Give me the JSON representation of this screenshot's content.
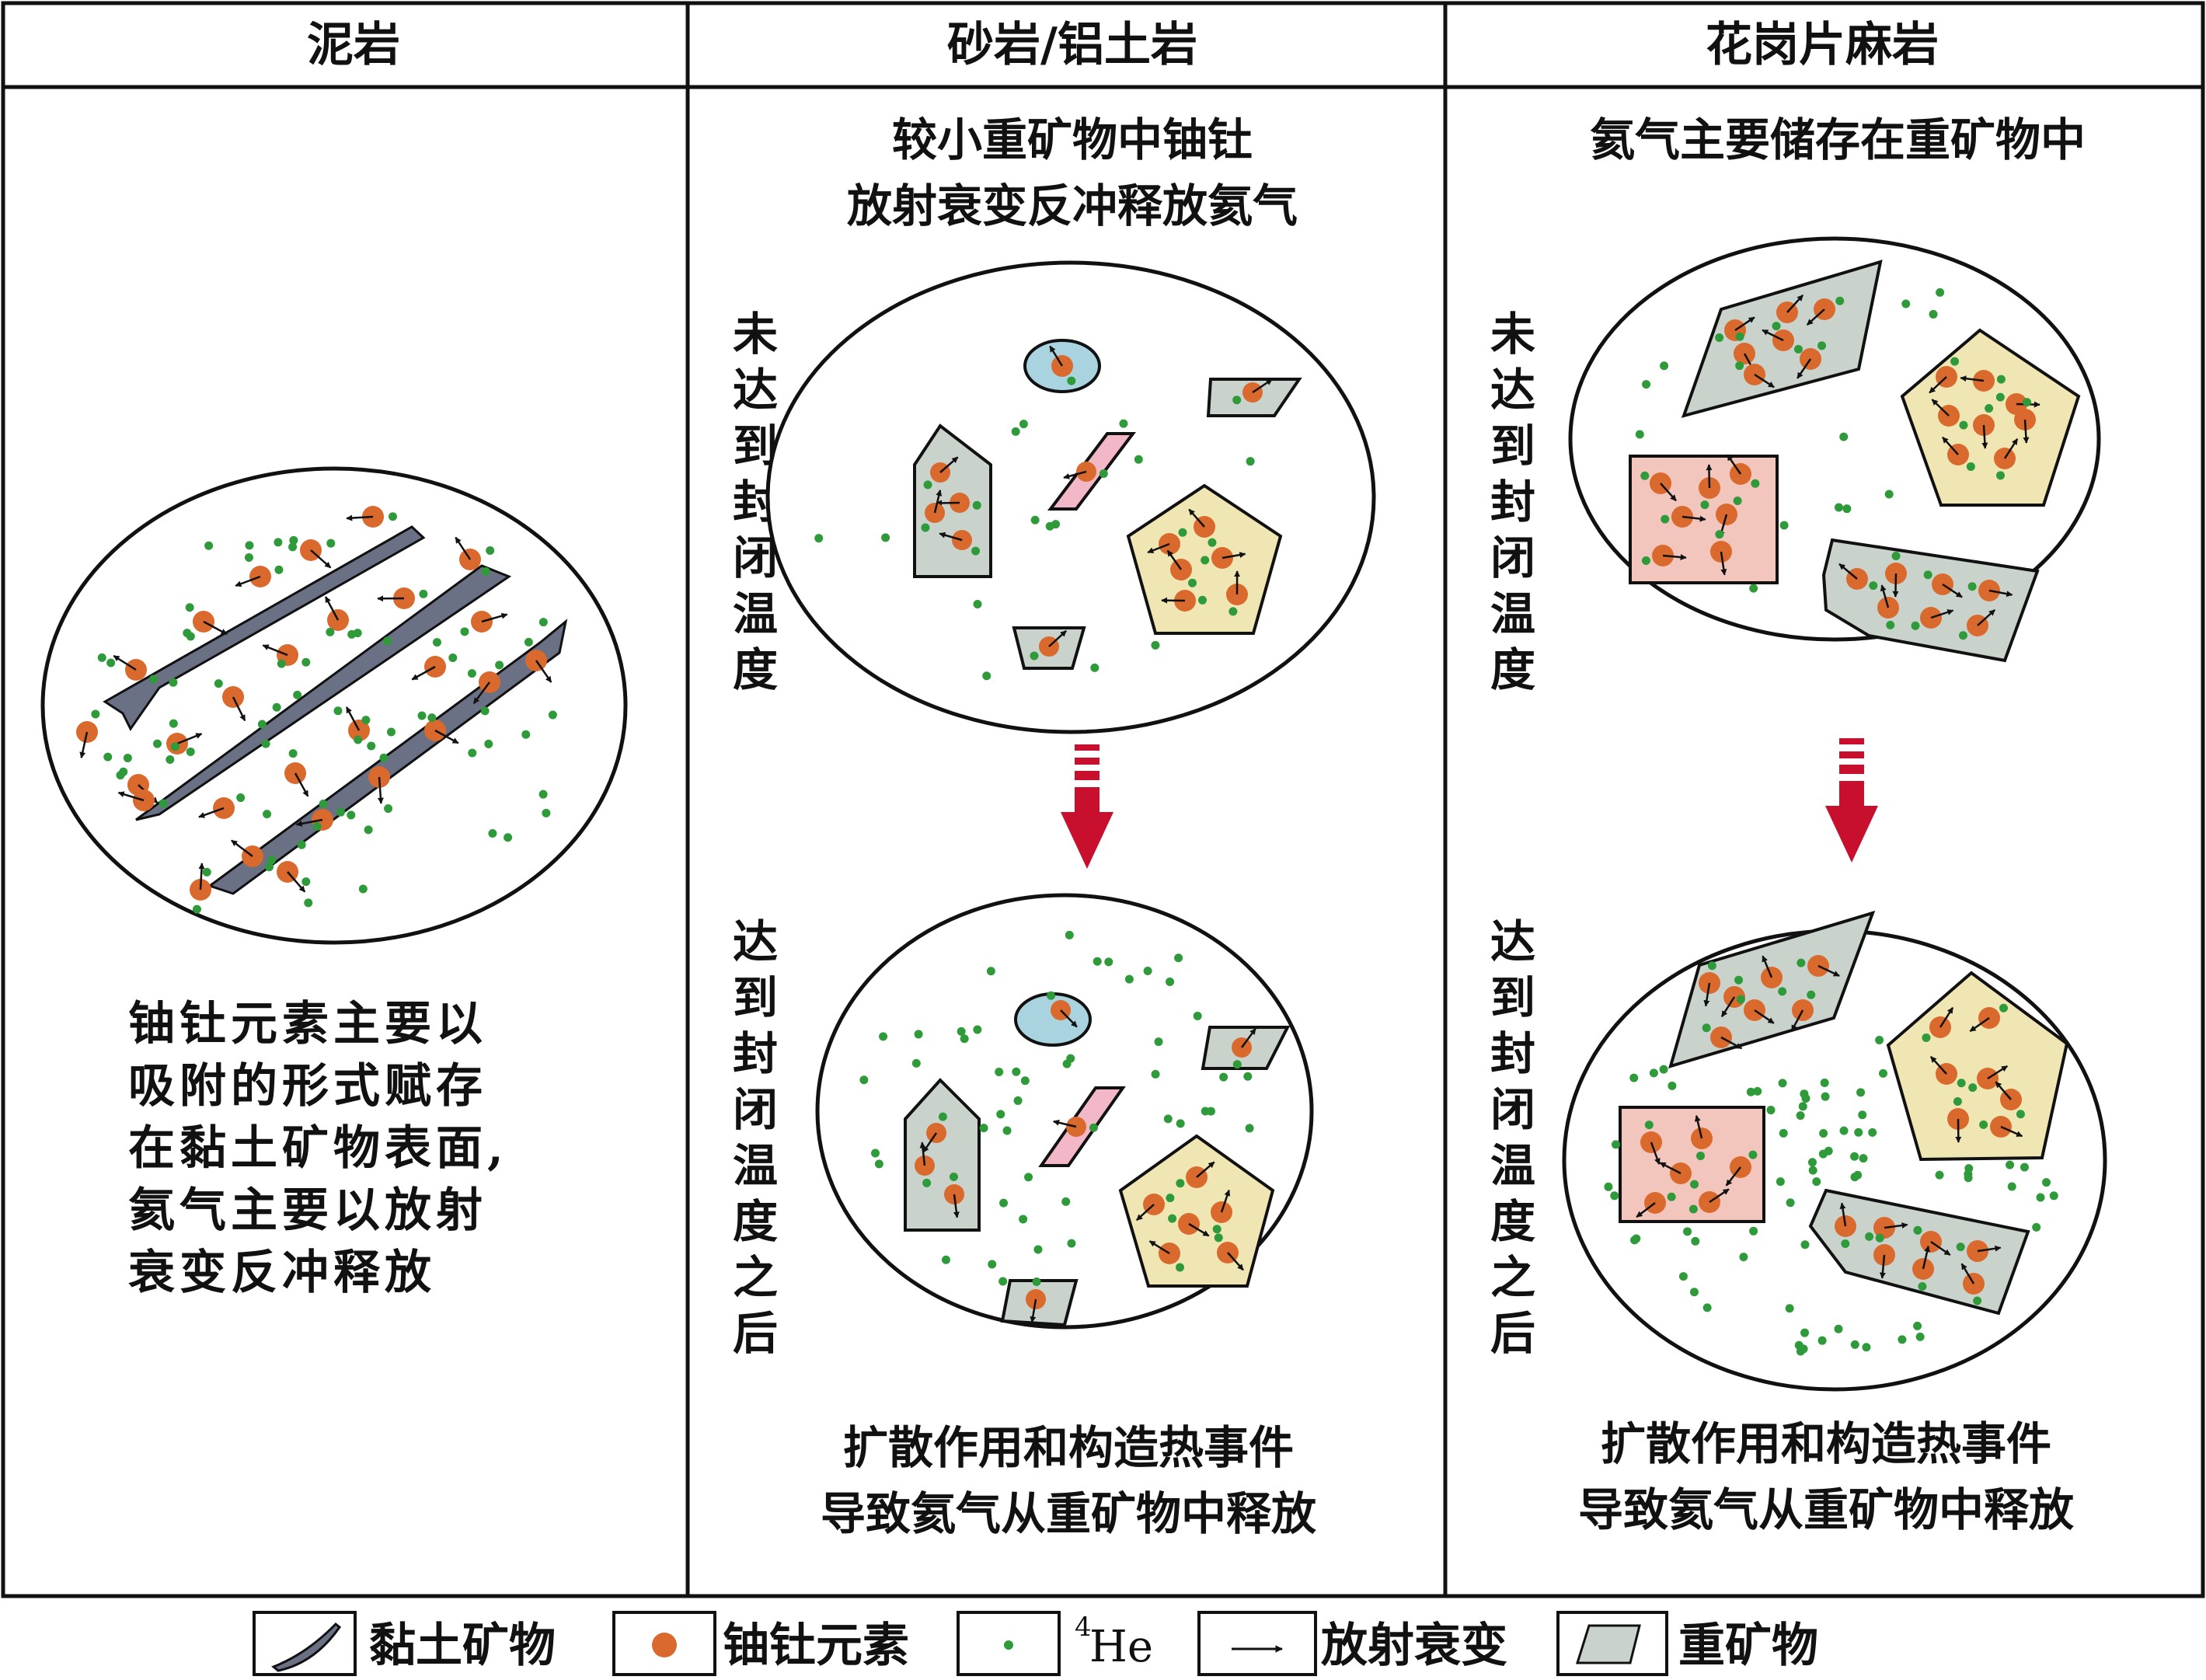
{
  "columns": [
    {
      "header": "泥岩"
    },
    {
      "header": "砂岩/铝土岩"
    },
    {
      "header": "花岗片麻岩"
    }
  ],
  "mudstone": {
    "note_lines": [
      "铀钍元素主要以",
      "吸附的形式赋存",
      "在黏土矿物表面,",
      "氦气主要以放射",
      "衰变反冲释放"
    ]
  },
  "sandstone": {
    "caption_top": [
      "较小重矿物中铀钍",
      "放射衰变反冲释放氦气"
    ],
    "label_before": "未达到封闭温度",
    "label_after": "达到封闭温度之后",
    "caption_bottom": [
      "扩散作用和构造热事件",
      "导致氦气从重矿物中释放"
    ]
  },
  "gneiss": {
    "caption_top": [
      "氦气主要储存在重矿物中"
    ],
    "label_before": "未达到封闭温度",
    "label_after": "达到封闭温度之后",
    "caption_bottom": [
      "扩散作用和构造热事件",
      "导致氦气从重矿物中释放"
    ]
  },
  "legend": [
    {
      "icon": "clay-mineral-icon",
      "label": "黏土矿物"
    },
    {
      "icon": "u-th-element-icon",
      "label": "铀钍元素"
    },
    {
      "icon": "helium-dot-icon",
      "label_sup": "4",
      "label": "He"
    },
    {
      "icon": "decay-arrow-icon",
      "label": "放射衰变"
    },
    {
      "icon": "heavy-mineral-icon",
      "label": "重矿物"
    }
  ],
  "colors": {
    "line": "#111111",
    "clay": "#6b7185",
    "u_th": "#d9692c",
    "helium": "#2e9a3a",
    "arrow_red": "#c8102e",
    "mineral_gray": "#c9d3cc",
    "mineral_yellow": "#efe6b4",
    "mineral_pink": "#f3c6bd",
    "mineral_blue": "#a9d3df",
    "mineral_rose": "#f2b8c8"
  }
}
